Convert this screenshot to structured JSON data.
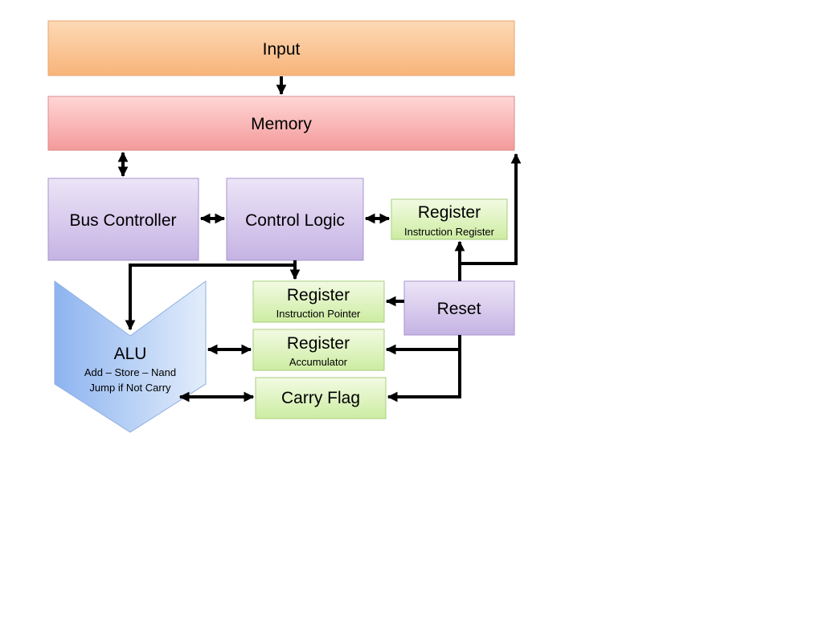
{
  "blocks": {
    "input": {
      "label": "Input"
    },
    "memory": {
      "label": "Memory"
    },
    "bus_controller": {
      "label": "Bus Controller"
    },
    "control_logic": {
      "label": "Control Logic"
    },
    "register_ir": {
      "label": "Register",
      "sublabel": "Instruction Register"
    },
    "register_ip": {
      "label": "Register",
      "sublabel": "Instruction Pointer"
    },
    "register_acc": {
      "label": "Register",
      "sublabel": "Accumulator"
    },
    "carry_flag": {
      "label": "Carry Flag"
    },
    "reset": {
      "label": "Reset"
    },
    "alu": {
      "label": "ALU",
      "line1": "Add – Store – Nand",
      "line2": "Jump if Not Carry"
    }
  },
  "colors": {
    "input_top": "#fcd9b5",
    "input_bottom": "#f8b47a",
    "input_border": "#e8a670",
    "memory_top": "#ffd6d6",
    "memory_bottom": "#f49a9a",
    "memory_border": "#d88c8c",
    "purple_top": "#ece5f7",
    "purple_bottom": "#c5b3e3",
    "purple_border": "#a894cf",
    "green_top": "#f2fbe3",
    "green_bottom": "#cdeca2",
    "green_border": "#a8cf7e",
    "alu_left": "#8db4f0",
    "alu_right": "#e3edfb",
    "alu_border": "#8fb0e0",
    "arrow": "#000000"
  }
}
